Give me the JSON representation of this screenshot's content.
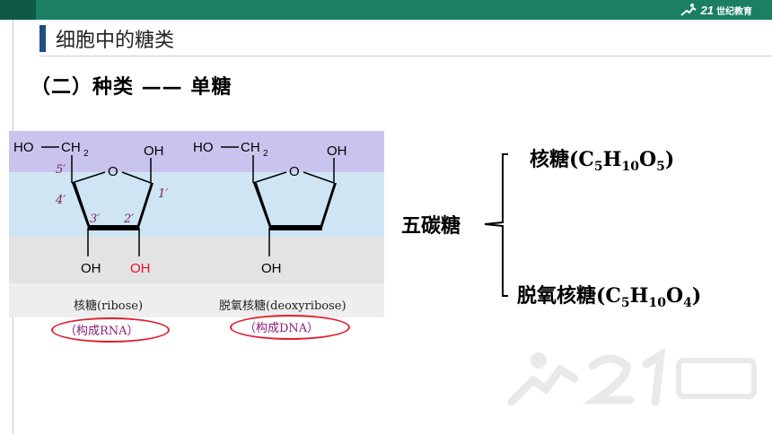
{
  "header": {
    "logo_mark": "21",
    "logo_text": "世纪教育"
  },
  "page_title": "细胞中的糖类",
  "subtitle": "（二）种类 —— 单糖",
  "figure": {
    "ribose": {
      "ho": "HO",
      "ch2": "CH",
      "ch2_sub": "2",
      "o": "O",
      "oh_top": "OH",
      "oh_bottom_left": "OH",
      "oh_bottom_right": "OH",
      "c5": "5′",
      "c4": "4′",
      "c3": "3′",
      "c2": "2′",
      "c1": "1′"
    },
    "deoxyribose": {
      "ho": "HO",
      "ch2": "CH",
      "ch2_sub": "2",
      "o": "O",
      "oh_top": "OH",
      "oh_bottom": "OH"
    },
    "caption_ribose": "核糖(ribose)",
    "caption_deoxyribose": "脱氧核糖(deoxyribose)",
    "note_ribose": "（构成RNA）",
    "note_deoxyribose": "（构成DNA）",
    "colors": {
      "label_purple": "#7a1f5a",
      "oh_red": "#e0102a",
      "oval_red": "#e02030"
    }
  },
  "classification": {
    "group": "五碳糖",
    "ribose_name": "核糖(C",
    "ribose_c": "5",
    "ribose_h_prefix": "H",
    "ribose_h": "10",
    "ribose_o_prefix": "O",
    "ribose_o": "5",
    "ribose_close": ")",
    "deoxy_name": "脱氧核糖(C",
    "deoxy_c": "5",
    "deoxy_h_prefix": "H",
    "deoxy_h": "10",
    "deoxy_o_prefix": "O",
    "deoxy_o": "4",
    "deoxy_close": ")"
  },
  "watermark_icon": "21-century-education-watermark-icon"
}
